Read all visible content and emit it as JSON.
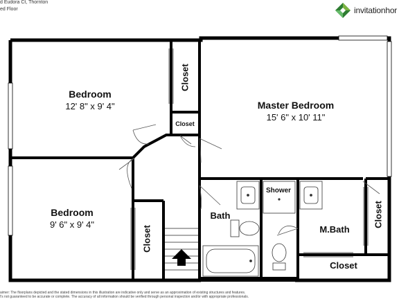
{
  "header": {
    "address": "d Eudora Ct, Thornton",
    "floor": "ed Floor"
  },
  "brand": {
    "name": "invitationhor",
    "colors": {
      "dark": "#2e7d32",
      "light": "#7cb342"
    }
  },
  "rooms": {
    "bedroom_1": {
      "name": "Bedroom",
      "dims": "12' 8\" x 9' 4\""
    },
    "bedroom_2": {
      "name": "Bedroom",
      "dims": "9' 6\" x 9' 4\""
    },
    "master": {
      "name": "Master Bedroom",
      "dims": "15' 6\" x 10' 11\""
    },
    "bath": {
      "name": "Bath"
    },
    "mbath": {
      "name": "M.Bath"
    },
    "shower": {
      "name": "Shower"
    },
    "closet_top": {
      "name": "Closet"
    },
    "closet_small": {
      "name": "Closet"
    },
    "closet_left": {
      "name": "Closet"
    },
    "closet_right": {
      "name": "Closet"
    },
    "closet_bottom": {
      "name": "Closet"
    }
  },
  "disclaimer": {
    "line1": "aimer: The floorplans depicted and the stated dimensions in this illustration are indicative only and serve as an approximation of existing structures and features.",
    "line2": "l's not guaranteed to be accurate or complete. The accuracy of all information should be verified through personal inspection and/or with appropriate professionals."
  }
}
